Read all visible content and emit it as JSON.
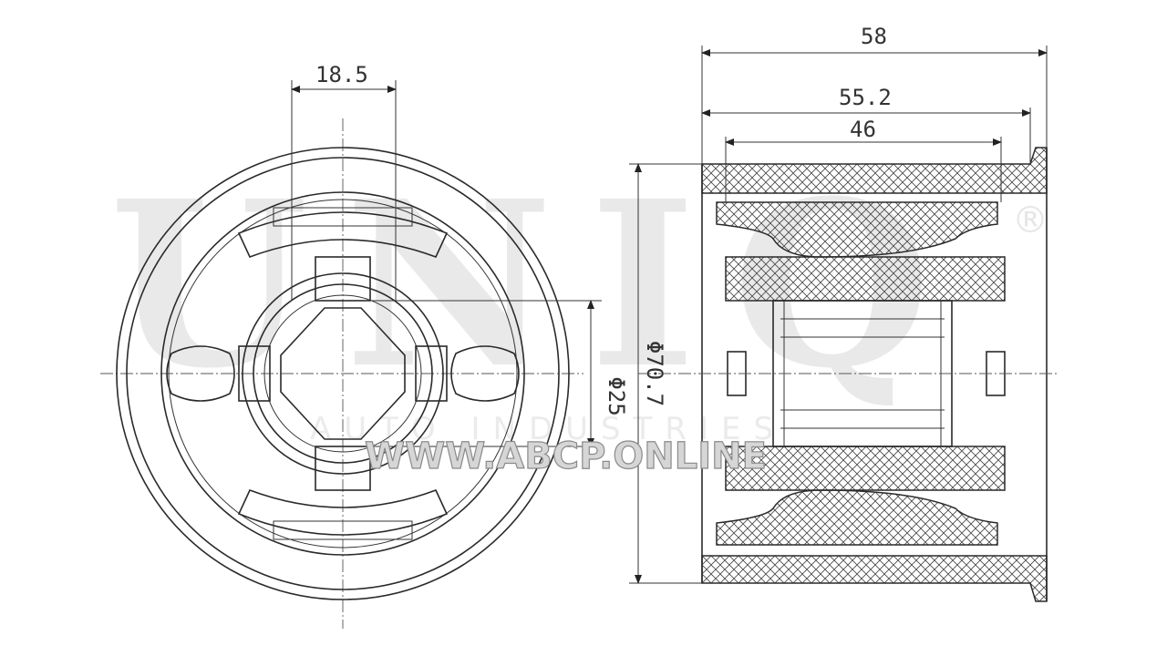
{
  "watermark": {
    "brand": "UNIQ",
    "registered": "®",
    "subtitle": "AUTO INDUSTRIES",
    "website": "WWW.ABCP.ONLINE"
  },
  "dimensions": {
    "slot_width": "18.5",
    "overall_length": "58",
    "flange_length": "55.2",
    "inner_length": "46",
    "inner_diameter": "Φ25",
    "outer_diameter": "Φ70.7"
  },
  "colors": {
    "line": "#2a2a2a",
    "watermark": "#e9e9e9"
  }
}
